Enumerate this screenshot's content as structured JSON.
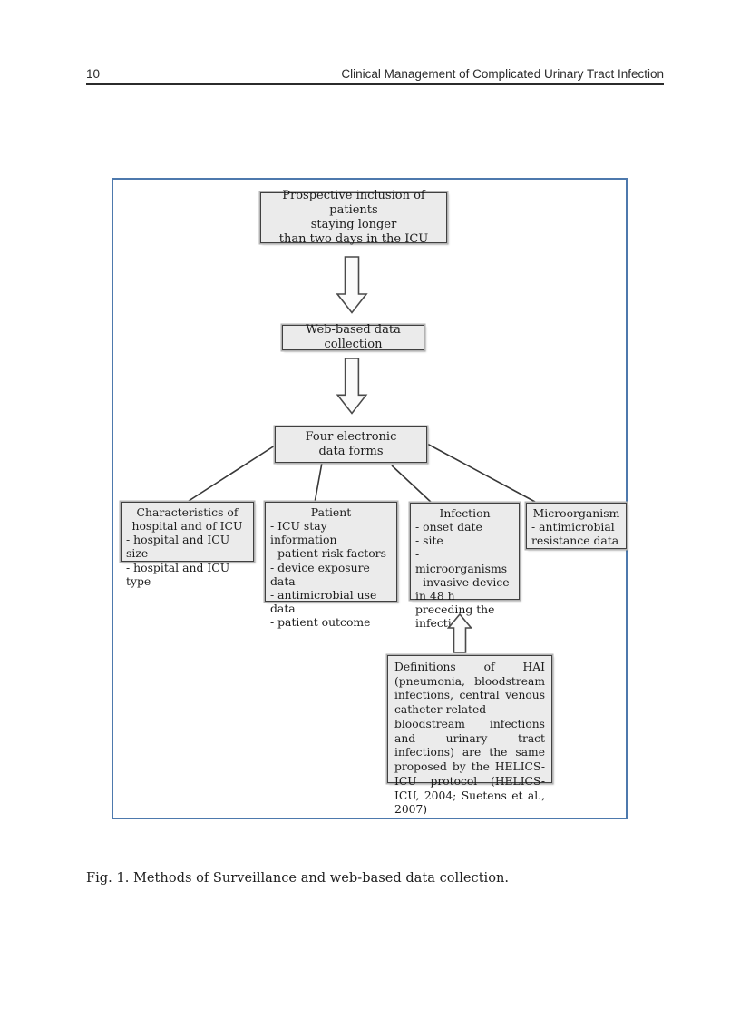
{
  "page": {
    "number": "10",
    "running_title": "Clinical Management of Complicated Urinary Tract Infection",
    "caption": "Fig. 1. Methods of Surveillance and web-based data collection."
  },
  "diagram": {
    "frame_color": "#4d79ad",
    "box_fill": "#ebebeb",
    "box_border": "#404040",
    "nodes": {
      "inclusion": {
        "lines": [
          "Prospective inclusion of patients",
          "staying longer",
          "than two days in the ICU"
        ]
      },
      "webbased": {
        "label": "Web-based data collection"
      },
      "forms": {
        "lines": [
          "Four electronic",
          "data forms"
        ]
      },
      "characteristics": {
        "title_lines": [
          "Characteristics of",
          "hospital and of ICU"
        ],
        "items": [
          "- hospital and ICU size",
          "- hospital and ICU type"
        ]
      },
      "patient": {
        "title": "Patient",
        "items": [
          "- ICU stay information",
          "- patient risk factors",
          "- device exposure data",
          "- antimicrobial use data",
          "- patient outcome"
        ]
      },
      "infection": {
        "title": "Infection",
        "items": [
          "- onset date",
          "- site",
          "- microorganisms",
          "- invasive device in 48 h preceding the infection"
        ]
      },
      "microorganism": {
        "title": "Microorganism",
        "items": [
          "- antimicrobial resistance data"
        ]
      },
      "definitions": {
        "text": "Definitions of HAI (pneumonia, bloodstream infections, central venous catheter-related bloodstream infections and urinary tract infections) are the same proposed by the HELICS-ICU protocol (HELICS-ICU, 2004; Suetens et al., 2007)"
      }
    }
  }
}
